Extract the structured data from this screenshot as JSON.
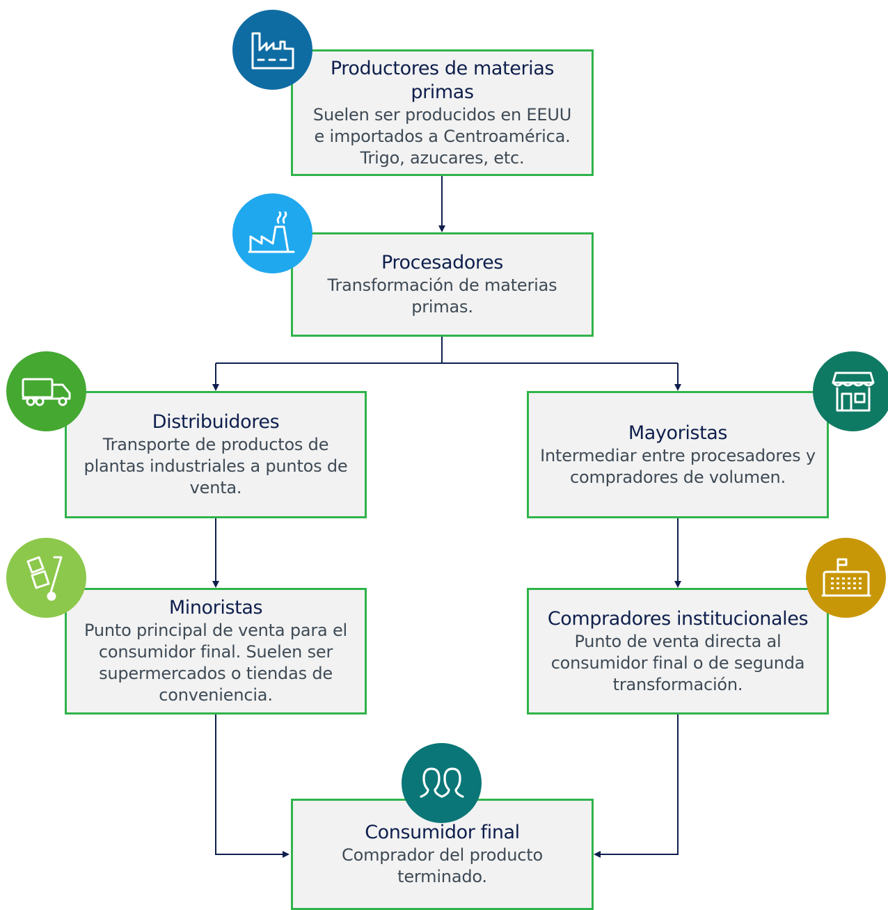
{
  "nodes": {
    "productores": {
      "title": "Productores de materias primas",
      "desc": "Suelen ser producidos en EEUU e importados a Centroamérica. Trigo, azucares, etc.",
      "icon": "factory-icon",
      "icon_color": "#0f6ca3"
    },
    "procesadores": {
      "title": "Procesadores",
      "desc": "Transformación de materias primas.",
      "icon": "industrial-plant-icon",
      "icon_color": "#20a8ee"
    },
    "distribuidores": {
      "title": "Distribuidores",
      "desc": "Transporte de productos de plantas industriales a puntos de venta.",
      "icon": "truck-icon",
      "icon_color": "#44a831"
    },
    "mayoristas": {
      "title": "Mayoristas",
      "desc": "Intermediar entre procesadores y compradores de volumen.",
      "icon": "store-icon",
      "icon_color": "#0f7a63"
    },
    "minoristas": {
      "title": "Minoristas",
      "desc": "Punto principal de venta para el consumidor final. Suelen ser supermercados o tiendas de conveniencia.",
      "icon": "hand-truck-icon",
      "icon_color": "#8cc84b"
    },
    "institucionales": {
      "title": "Compradores institucionales",
      "desc": "Punto de venta directa al consumidor final o de segunda transformación.",
      "icon": "cash-register-icon",
      "icon_color": "#c89708"
    },
    "consumidor": {
      "title": "Consumidor final",
      "desc": "Comprador del producto terminado.",
      "icon": "people-icon",
      "icon_color": "#0a7677"
    }
  },
  "colors": {
    "box_border": "#2fb34a",
    "box_fill": "#f2f2f2",
    "title_text": "#0e1f4d",
    "desc_text": "#3e4a55",
    "connector": "#0e1f4d"
  }
}
